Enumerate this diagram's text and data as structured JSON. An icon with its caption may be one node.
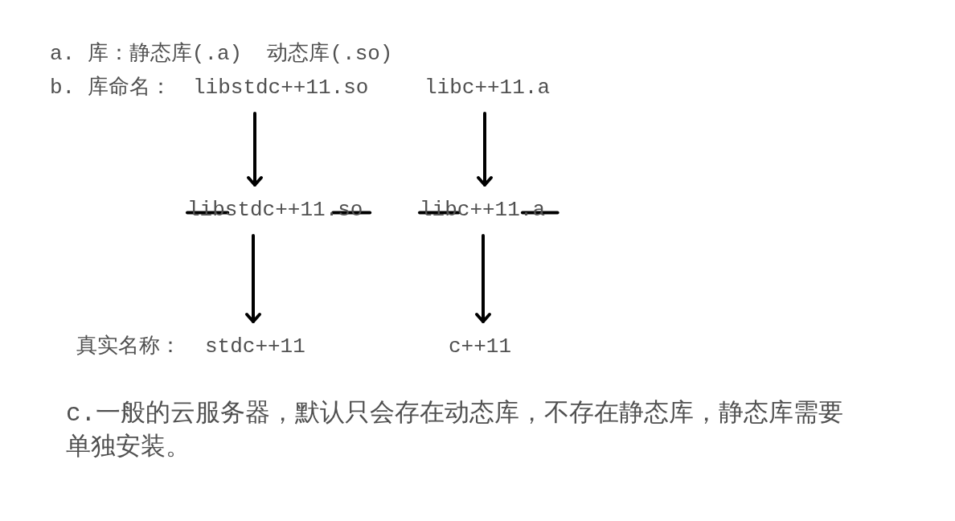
{
  "diagram": {
    "nodes": [
      {
        "text": [
          "libstdc++11.so"
        ]
      },
      {
        "text": [
          "libc++11.a"
        ]
      },
      {
        "text": [
          "libstdc++11.so"
        ]
      },
      {
        "text": [
          "libc++11.a"
        ]
      },
      {
        "text": [
          "stdc++11"
        ]
      },
      {
        "text": [
          "c++11"
        ]
      }
    ],
    "edges": [
      {
        "from": 0,
        "to": 2,
        "arrow": "to"
      },
      {
        "from": 1,
        "to": 3,
        "arrow": "to"
      },
      {
        "from": 2,
        "to": 4,
        "arrow": "to"
      },
      {
        "from": 3,
        "to": 5,
        "arrow": "to"
      }
    ],
    "labels": [
      "a. 库：静态库(.a)  动态库(.so)",
      "b. 库命名：",
      "真实名称：",
      "c.一般的云服务器，默认只会存在动态库，不存在静态库，静态库需要单独安装。"
    ]
  }
}
